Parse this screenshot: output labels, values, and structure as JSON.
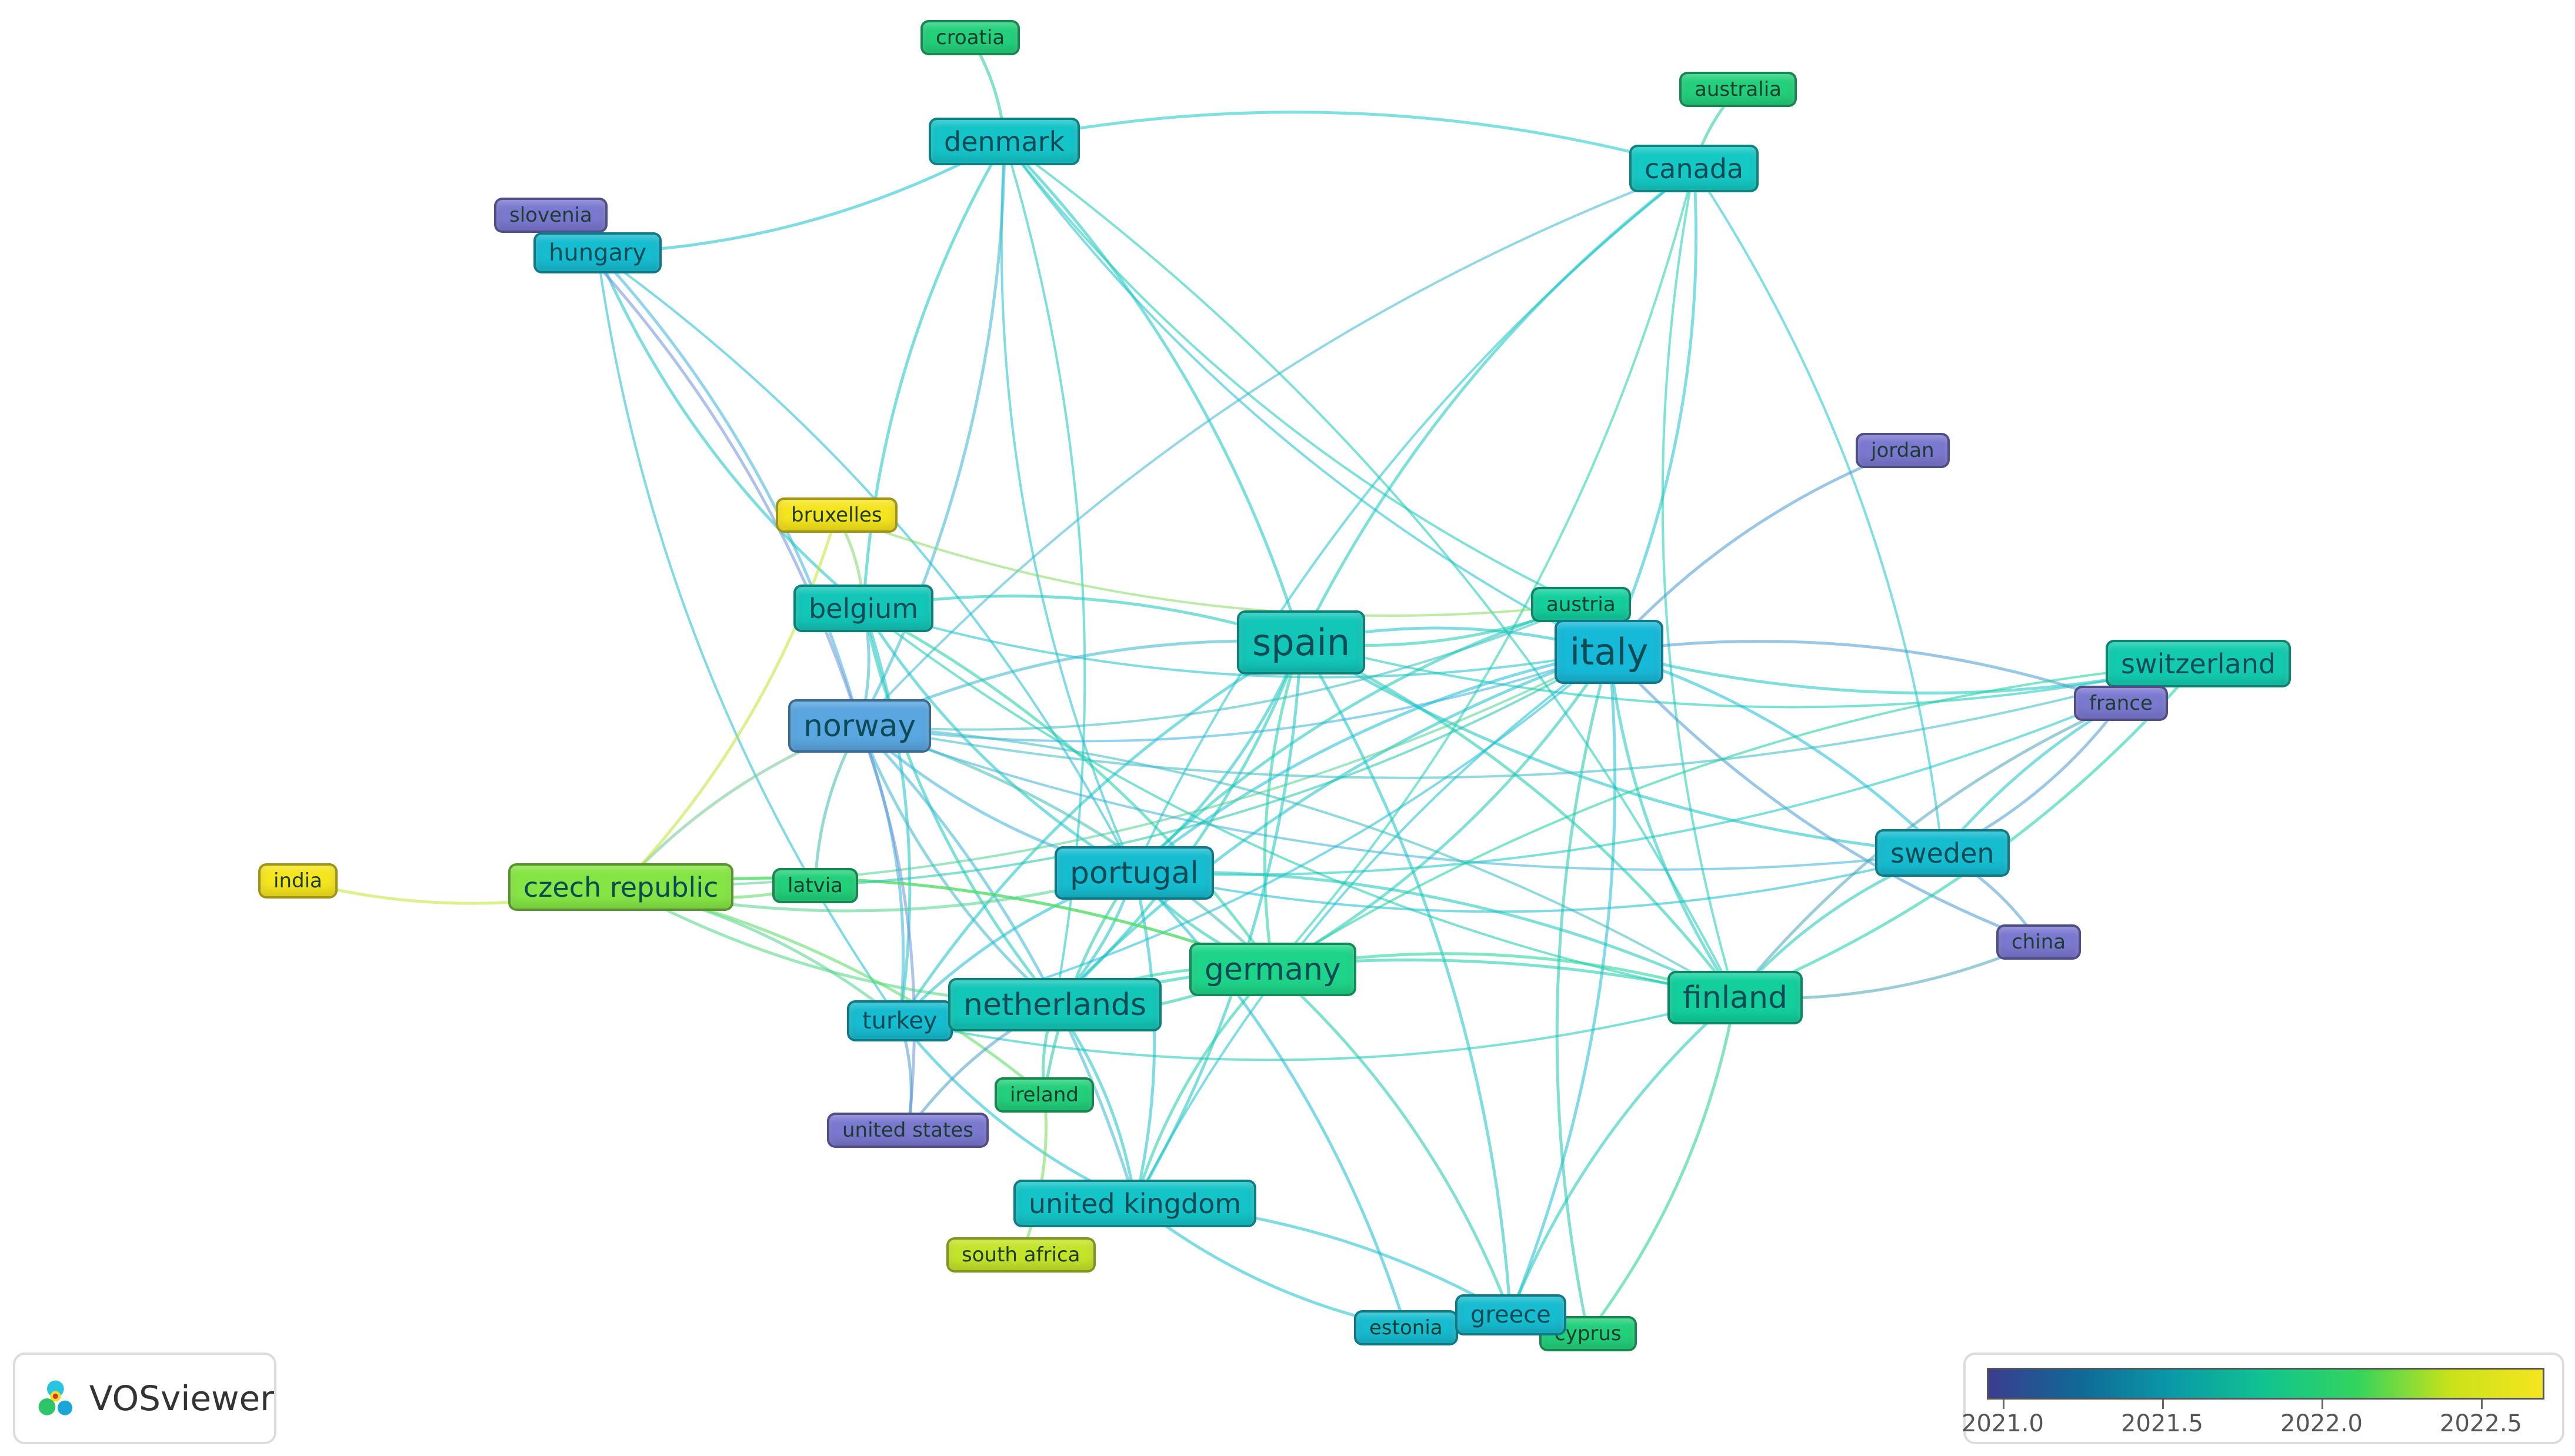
{
  "app": {
    "logo_name": "VOSviewer"
  },
  "legend": {
    "tick_labels": [
      "2021.0",
      "2021.5",
      "2022.0",
      "2022.5"
    ],
    "tick_values": [
      2021.0,
      2021.5,
      2022.0,
      2022.5
    ],
    "range": [
      2020.95,
      2022.7
    ],
    "color_stops": [
      "#3b3d8f",
      "#0f6a96",
      "#0a9aa8",
      "#10c48f",
      "#34d45c",
      "#c9e21a",
      "#f5e51e"
    ]
  },
  "nodes": [
    {
      "id": "croatia",
      "label": "croatia",
      "year": 2021.95,
      "color": "#22d07a",
      "weight": 1
    },
    {
      "id": "australia",
      "label": "australia",
      "year": 2021.95,
      "color": "#22d07a",
      "weight": 1
    },
    {
      "id": "denmark",
      "label": "denmark",
      "year": 2021.55,
      "color": "#14c4c8",
      "weight": 3
    },
    {
      "id": "canada",
      "label": "canada",
      "year": 2021.6,
      "color": "#14c8c4",
      "weight": 3
    },
    {
      "id": "slovenia",
      "label": "slovenia",
      "year": 2021.0,
      "color": "#7b78d0",
      "weight": 1
    },
    {
      "id": "hungary",
      "label": "hungary",
      "year": 2021.5,
      "color": "#16bcd0",
      "weight": 2
    },
    {
      "id": "jordan",
      "label": "jordan",
      "year": 2021.0,
      "color": "#7b78d0",
      "weight": 1
    },
    {
      "id": "bruxelles",
      "label": "bruxelles",
      "year": 2022.6,
      "color": "#f5e51e",
      "weight": 1
    },
    {
      "id": "belgium",
      "label": "belgium",
      "year": 2021.6,
      "color": "#12c6b8",
      "weight": 3
    },
    {
      "id": "spain",
      "label": "spain",
      "year": 2021.6,
      "color": "#12c6b8",
      "weight": 5
    },
    {
      "id": "austria",
      "label": "austria",
      "year": 2021.8,
      "color": "#12cf9c",
      "weight": 1
    },
    {
      "id": "italy",
      "label": "italy",
      "year": 2021.45,
      "color": "#17b9d8",
      "weight": 5
    },
    {
      "id": "switzerland",
      "label": "switzerland",
      "year": 2021.7,
      "color": "#12cbae",
      "weight": 3
    },
    {
      "id": "france",
      "label": "france",
      "year": 2021.0,
      "color": "#7b78d0",
      "weight": 1
    },
    {
      "id": "norway",
      "label": "norway",
      "year": 2021.3,
      "color": "#5aa6e0",
      "weight": 4
    },
    {
      "id": "sweden",
      "label": "sweden",
      "year": 2021.5,
      "color": "#16bcd0",
      "weight": 3
    },
    {
      "id": "india",
      "label": "india",
      "year": 2022.6,
      "color": "#f5e51e",
      "weight": 1
    },
    {
      "id": "czech-republic",
      "label": "czech republic",
      "year": 2022.2,
      "color": "#86e544",
      "weight": 3
    },
    {
      "id": "latvia",
      "label": "latvia",
      "year": 2022.0,
      "color": "#22d07a",
      "weight": 1
    },
    {
      "id": "portugal",
      "label": "portugal",
      "year": 2021.5,
      "color": "#16bcd0",
      "weight": 4
    },
    {
      "id": "germany",
      "label": "germany",
      "year": 2021.9,
      "color": "#1ed488",
      "weight": 4
    },
    {
      "id": "finland",
      "label": "finland",
      "year": 2021.8,
      "color": "#12cf9c",
      "weight": 4
    },
    {
      "id": "china",
      "label": "china",
      "year": 2021.0,
      "color": "#7b78d0",
      "weight": 1
    },
    {
      "id": "turkey",
      "label": "turkey",
      "year": 2021.5,
      "color": "#16bcd0",
      "weight": 2
    },
    {
      "id": "netherlands",
      "label": "netherlands",
      "year": 2021.6,
      "color": "#12c6b8",
      "weight": 4
    },
    {
      "id": "ireland",
      "label": "ireland",
      "year": 2022.0,
      "color": "#22d07a",
      "weight": 1
    },
    {
      "id": "united-states",
      "label": "united states",
      "year": 2021.0,
      "color": "#7b78d0",
      "weight": 1
    },
    {
      "id": "united-kingdom",
      "label": "united kingdom",
      "year": 2021.55,
      "color": "#14c4c8",
      "weight": 3
    },
    {
      "id": "south-africa",
      "label": "south africa",
      "year": 2022.4,
      "color": "#c4e42a",
      "weight": 1
    },
    {
      "id": "estonia",
      "label": "estonia",
      "year": 2021.5,
      "color": "#16bcd0",
      "weight": 1
    },
    {
      "id": "cyprus",
      "label": "cyprus",
      "year": 2022.0,
      "color": "#22d07a",
      "weight": 1
    },
    {
      "id": "greece",
      "label": "greece",
      "year": 2021.5,
      "color": "#16bcd0",
      "weight": 2
    }
  ],
  "links": [
    [
      "croatia",
      "denmark"
    ],
    [
      "australia",
      "canada"
    ],
    [
      "slovenia",
      "hungary"
    ],
    [
      "hungary",
      "denmark"
    ],
    [
      "denmark",
      "canada"
    ],
    [
      "denmark",
      "belgium"
    ],
    [
      "denmark",
      "spain"
    ],
    [
      "denmark",
      "italy"
    ],
    [
      "denmark",
      "norway"
    ],
    [
      "denmark",
      "portugal"
    ],
    [
      "denmark",
      "finland"
    ],
    [
      "denmark",
      "austria"
    ],
    [
      "denmark",
      "netherlands"
    ],
    [
      "canada",
      "spain"
    ],
    [
      "canada",
      "italy"
    ],
    [
      "canada",
      "finland"
    ],
    [
      "canada",
      "sweden"
    ],
    [
      "canada",
      "portugal"
    ],
    [
      "canada",
      "germany"
    ],
    [
      "canada",
      "norway"
    ],
    [
      "hungary",
      "norway"
    ],
    [
      "hungary",
      "belgium"
    ],
    [
      "hungary",
      "portugal"
    ],
    [
      "hungary",
      "turkey"
    ],
    [
      "slovenia",
      "norway"
    ],
    [
      "jordan",
      "italy"
    ],
    [
      "bruxelles",
      "belgium"
    ],
    [
      "bruxelles",
      "austria"
    ],
    [
      "belgium",
      "spain"
    ],
    [
      "belgium",
      "italy"
    ],
    [
      "belgium",
      "norway"
    ],
    [
      "belgium",
      "portugal"
    ],
    [
      "belgium",
      "germany"
    ],
    [
      "belgium",
      "netherlands"
    ],
    [
      "belgium",
      "turkey"
    ],
    [
      "belgium",
      "finland"
    ],
    [
      "spain",
      "italy"
    ],
    [
      "spain",
      "norway"
    ],
    [
      "spain",
      "portugal"
    ],
    [
      "spain",
      "germany"
    ],
    [
      "spain",
      "finland"
    ],
    [
      "spain",
      "sweden"
    ],
    [
      "spain",
      "netherlands"
    ],
    [
      "spain",
      "turkey"
    ],
    [
      "spain",
      "united-kingdom"
    ],
    [
      "spain",
      "switzerland"
    ],
    [
      "spain",
      "greece"
    ],
    [
      "spain",
      "austria"
    ],
    [
      "italy",
      "norway"
    ],
    [
      "italy",
      "portugal"
    ],
    [
      "italy",
      "germany"
    ],
    [
      "italy",
      "finland"
    ],
    [
      "italy",
      "sweden"
    ],
    [
      "italy",
      "netherlands"
    ],
    [
      "italy",
      "turkey"
    ],
    [
      "italy",
      "switzerland"
    ],
    [
      "italy",
      "france"
    ],
    [
      "italy",
      "united-kingdom"
    ],
    [
      "italy",
      "greece"
    ],
    [
      "italy",
      "china"
    ],
    [
      "italy",
      "czech-republic"
    ],
    [
      "norway",
      "portugal"
    ],
    [
      "norway",
      "germany"
    ],
    [
      "norway",
      "netherlands"
    ],
    [
      "norway",
      "turkey"
    ],
    [
      "norway",
      "sweden"
    ],
    [
      "norway",
      "finland"
    ],
    [
      "norway",
      "switzerland"
    ],
    [
      "norway",
      "united-kingdom"
    ],
    [
      "norway",
      "czech-republic"
    ],
    [
      "norway",
      "united-states"
    ],
    [
      "portugal",
      "germany"
    ],
    [
      "portugal",
      "netherlands"
    ],
    [
      "portugal",
      "turkey"
    ],
    [
      "portugal",
      "finland"
    ],
    [
      "portugal",
      "sweden"
    ],
    [
      "portugal",
      "united-kingdom"
    ],
    [
      "portugal",
      "ireland"
    ],
    [
      "germany",
      "finland"
    ],
    [
      "germany",
      "netherlands"
    ],
    [
      "germany",
      "turkey"
    ],
    [
      "germany",
      "united-kingdom"
    ],
    [
      "germany",
      "greece"
    ],
    [
      "germany",
      "czech-republic"
    ],
    [
      "finland",
      "sweden"
    ],
    [
      "finland",
      "switzerland"
    ],
    [
      "finland",
      "france"
    ],
    [
      "finland",
      "greece"
    ],
    [
      "finland",
      "cyprus"
    ],
    [
      "finland",
      "netherlands"
    ],
    [
      "finland",
      "turkey"
    ],
    [
      "finland",
      "china"
    ],
    [
      "sweden",
      "switzerland"
    ],
    [
      "sweden",
      "france"
    ],
    [
      "sweden",
      "china"
    ],
    [
      "netherlands",
      "turkey"
    ],
    [
      "netherlands",
      "united-kingdom"
    ],
    [
      "netherlands",
      "ireland"
    ],
    [
      "netherlands",
      "czech-republic"
    ],
    [
      "turkey",
      "united-kingdom"
    ],
    [
      "turkey",
      "united-states"
    ],
    [
      "turkey",
      "czech-republic"
    ],
    [
      "czech-republic",
      "india"
    ],
    [
      "czech-republic",
      "latvia"
    ],
    [
      "czech-republic",
      "germany"
    ],
    [
      "czech-republic",
      "portugal"
    ],
    [
      "czech-republic",
      "ireland"
    ],
    [
      "czech-republic",
      "bruxelles"
    ],
    [
      "latvia",
      "norway"
    ],
    [
      "latvia",
      "italy"
    ],
    [
      "ireland",
      "south-africa"
    ],
    [
      "united-kingdom",
      "estonia"
    ],
    [
      "united-kingdom",
      "greece"
    ],
    [
      "greece",
      "estonia"
    ],
    [
      "greece",
      "cyprus"
    ],
    [
      "austria",
      "italy"
    ],
    [
      "austria",
      "norway"
    ],
    [
      "austria",
      "portugal"
    ],
    [
      "switzerland",
      "portugal"
    ],
    [
      "switzerland",
      "germany"
    ],
    [
      "united-states",
      "netherlands"
    ],
    [
      "estonia",
      "portugal"
    ],
    [
      "cyprus",
      "italy"
    ]
  ]
}
